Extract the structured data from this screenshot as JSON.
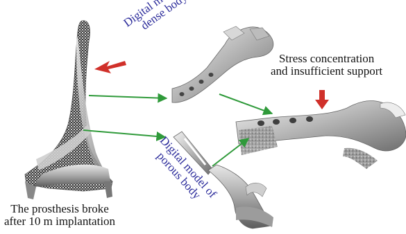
{
  "labels": {
    "dense_line1": "Digital model of",
    "dense_line2": "dense body",
    "porous_line1": "Digital model of",
    "porous_line2": "porous body",
    "stress_line1": "Stress concentration",
    "stress_line2": "and insufficient support",
    "broke_line1": "The prosthesis broke",
    "broke_line2": "after 10 m implantation"
  },
  "colors": {
    "arrow_green": "#2f9a3a",
    "arrow_red": "#d0302a",
    "label_blue": "#2a2a9a",
    "label_black": "#111111"
  }
}
